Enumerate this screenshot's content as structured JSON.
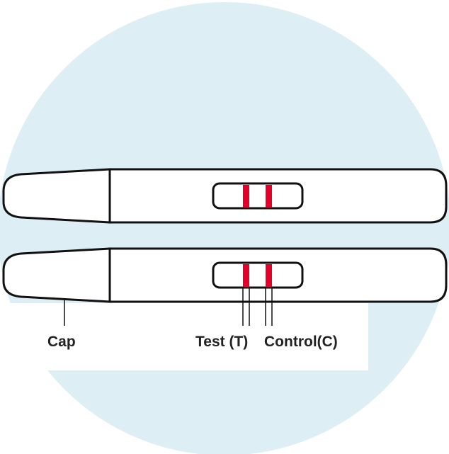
{
  "labels": {
    "cap": "Cap",
    "test": "Test (T)",
    "control": "Control(C)"
  },
  "colors": {
    "background_circle": "#ddeef4",
    "device_fill": "#ffffff",
    "outline": "#111111",
    "line_red": "#e4002b"
  },
  "devices": [
    {
      "name": "test-strip-top",
      "test_line_visible": true,
      "control_line_visible": true
    },
    {
      "name": "test-strip-bottom",
      "test_line_visible": true,
      "control_line_visible": true
    }
  ]
}
